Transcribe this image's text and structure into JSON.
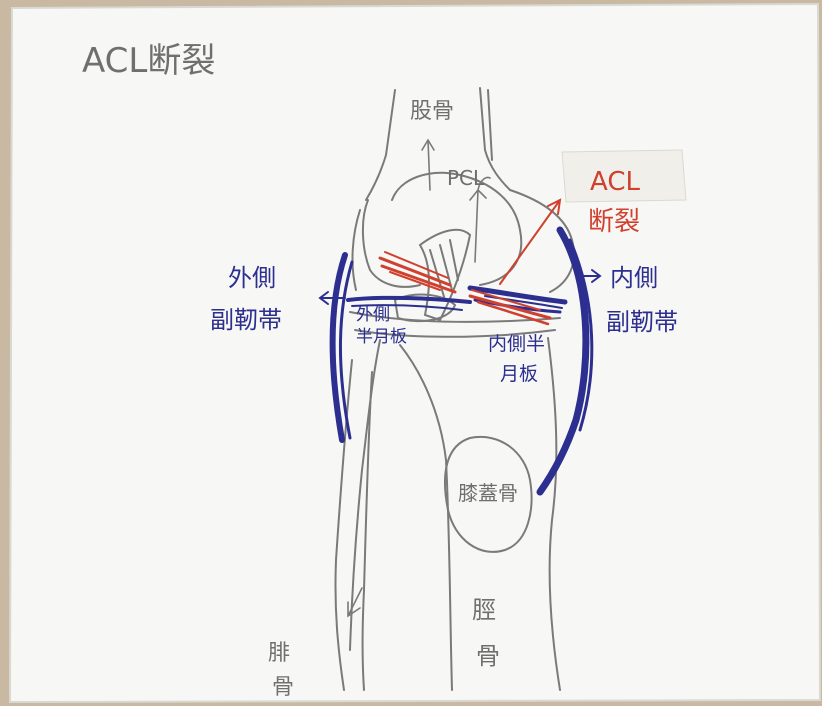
{
  "title": "ACL断裂",
  "labels": {
    "femur": "股骨",
    "pcl": "PCL",
    "acl_tear_1": "ACL",
    "acl_tear_2": "断裂",
    "lateral_collateral_1": "外側",
    "lateral_collateral_2": "副靭帯",
    "medial_collateral_1": "内側",
    "medial_collateral_2": "副靭帯",
    "lateral_meniscus_1": "外側",
    "lateral_meniscus_2": "半月板",
    "medial_meniscus_1": "内側半",
    "medial_meniscus_2": "月板",
    "patella": "膝蓋骨",
    "tibia_1": "脛",
    "tibia_2": "骨",
    "fibula_1": "腓",
    "fibula_2": "骨"
  },
  "colors": {
    "paper": "#f7f7f5",
    "background": "#c9b9a3",
    "pencil": "#7a7a7a",
    "blue_ink": "#2c2f8f",
    "red_ink": "#d0402e"
  }
}
